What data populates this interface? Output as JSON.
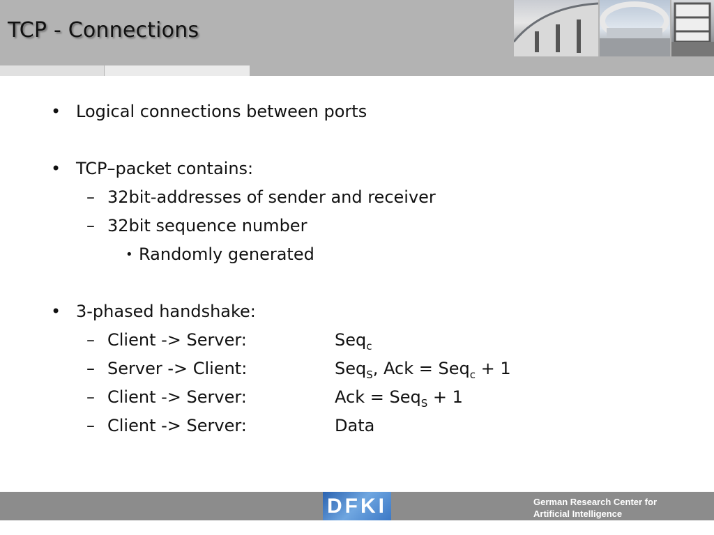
{
  "slide": {
    "title": "TCP - Connections"
  },
  "bullets": [
    {
      "text": "Logical connections between ports"
    },
    {
      "text": "TCP–packet contains:",
      "items": [
        "32bit-addresses of sender and receiver",
        "32bit sequence number"
      ],
      "subitems": [
        "Randomly generated"
      ]
    },
    {
      "text": "3-phased handshake:",
      "rows": [
        {
          "left": "Client -> Server:",
          "right_parts": [
            "Seq",
            "c"
          ]
        },
        {
          "left": "Server -> Client:",
          "right_parts": [
            "Seq",
            "S",
            ", Ack = Seq",
            "c",
            " + 1"
          ]
        },
        {
          "left": "Client -> Server:",
          "right_parts": [
            "Ack = Seq",
            "S",
            " + 1"
          ]
        },
        {
          "left": "Client -> Server:",
          "right_parts": [
            "Data"
          ]
        }
      ]
    }
  ],
  "markers": {
    "bullet": "•",
    "dash": "–"
  },
  "footer": {
    "logo_text": "DFKI",
    "org_line1": "German Research Center for",
    "org_line2": "Artificial Intelligence"
  }
}
